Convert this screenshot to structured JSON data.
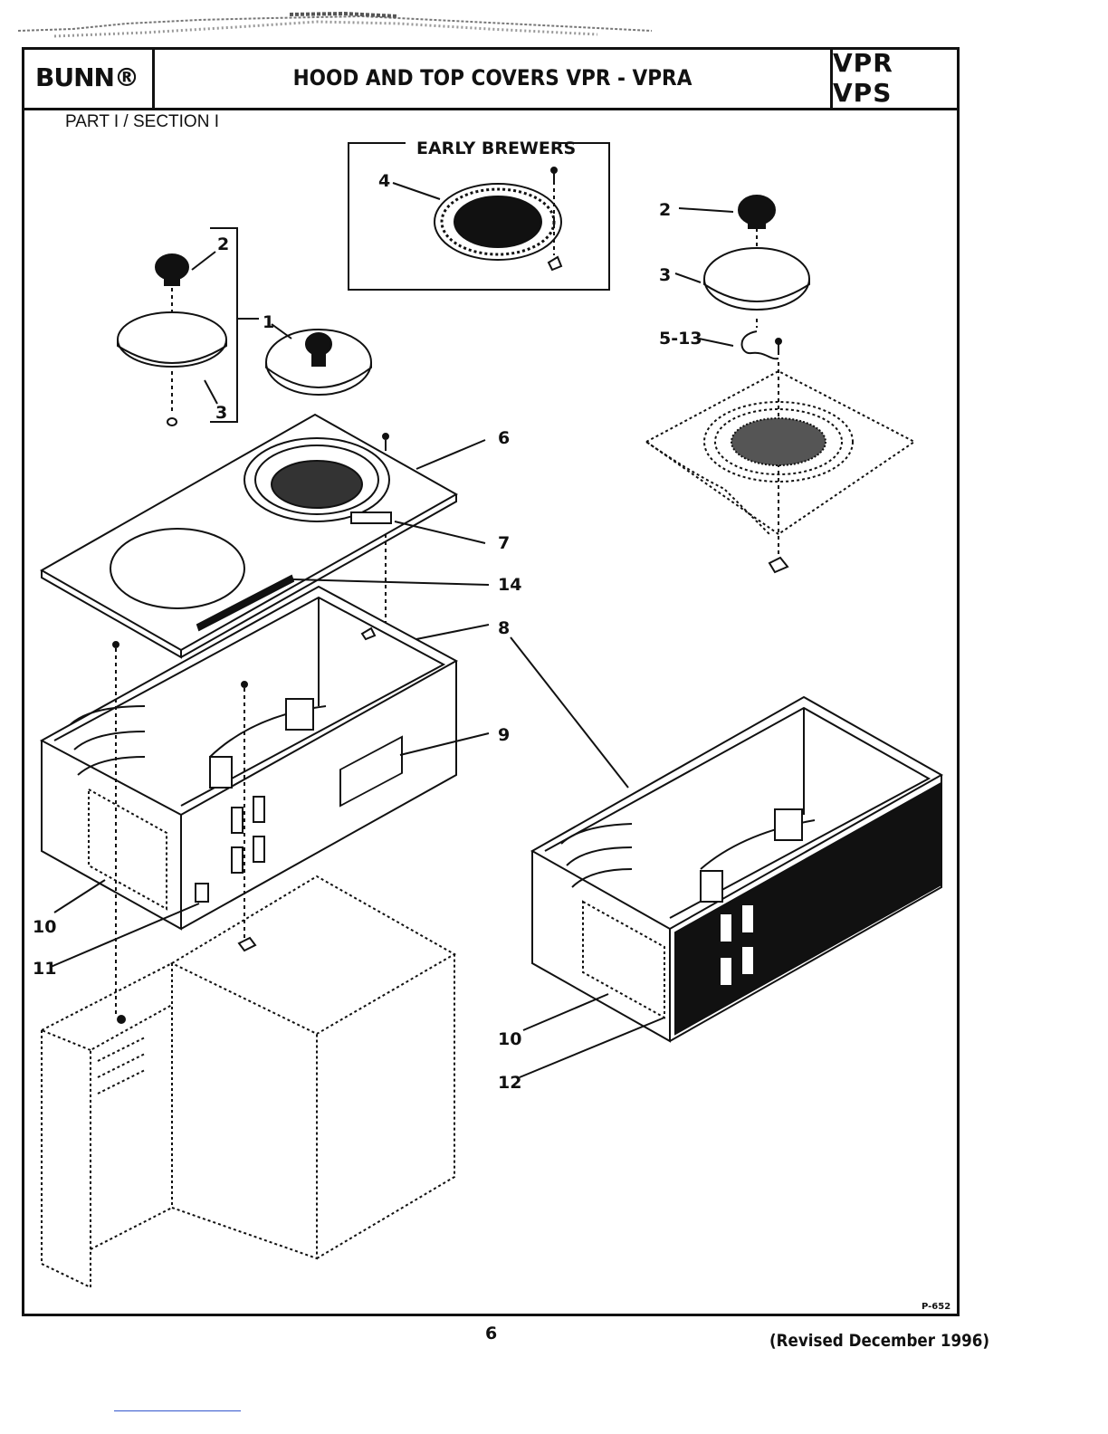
{
  "header": {
    "brand": "BUNN®",
    "title": "HOOD AND TOP COVERS VPR - VPRA",
    "models": "VPR  VPS"
  },
  "section_label": "PART I / SECTION I",
  "inset": {
    "title": "EARLY BREWERS"
  },
  "callouts": {
    "c1": "1",
    "c2a": "2",
    "c2b": "2",
    "c3a": "3",
    "c3b": "3",
    "c4": "4",
    "c513": "5-13",
    "c6": "6",
    "c7": "7",
    "c8": "8",
    "c9": "9",
    "c10a": "10",
    "c10b": "10",
    "c11": "11",
    "c12": "12",
    "c14": "14"
  },
  "drawing_code": "P-652",
  "footer": {
    "page_number": "6",
    "revised": "(Revised December 1996)"
  }
}
